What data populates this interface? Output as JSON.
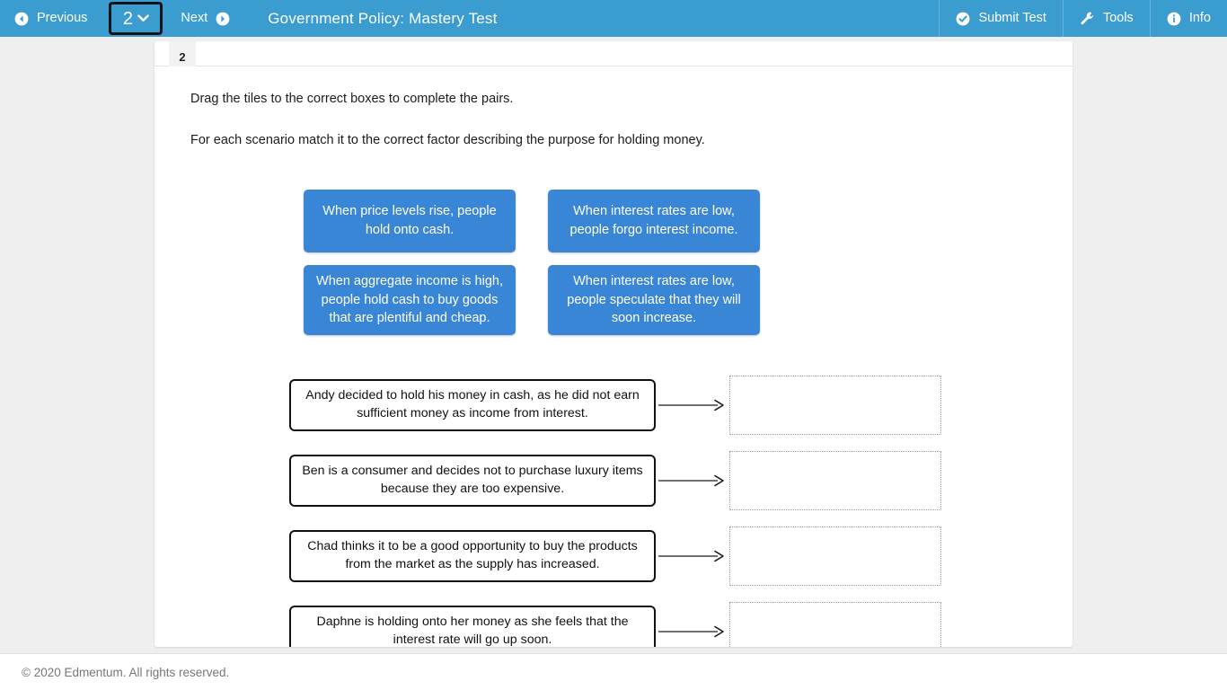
{
  "header": {
    "previous_label": "Previous",
    "page_number": "2",
    "next_label": "Next",
    "title": "Government Policy: Mastery Test",
    "submit_label": "Submit Test",
    "tools_label": "Tools",
    "info_label": "Info",
    "background_color": "#3b9cd0",
    "separator_color": "#66b5de"
  },
  "question": {
    "number": "2",
    "instruction_1": "Drag the tiles to the correct boxes to complete the pairs.",
    "instruction_2": "For each scenario match it to the correct factor describing the purpose for holding money.",
    "tile_color": "#3a86d6",
    "tiles": [
      {
        "text": "When price levels rise, people hold onto cash."
      },
      {
        "text": "When interest rates are low, people forgo interest income."
      },
      {
        "text": "When aggregate income is high, people hold cash to buy goods that are plentiful and cheap."
      },
      {
        "text": "When interest rates are low, people speculate that they will soon increase."
      }
    ],
    "matches": [
      {
        "prompt": "Andy decided to hold his money in cash, as he did not earn sufficient money as income from interest.",
        "answer": ""
      },
      {
        "prompt": "Ben is a consumer and decides not to purchase luxury items because they are too expensive.",
        "answer": ""
      },
      {
        "prompt": "Chad thinks it to be a good opportunity to buy the products from the market as the supply has increased.",
        "answer": ""
      },
      {
        "prompt": "Daphne is holding onto her money as she feels that the interest rate will go up soon.",
        "answer": ""
      }
    ]
  },
  "footer": {
    "copyright": "© 2020 Edmentum. All rights reserved."
  }
}
